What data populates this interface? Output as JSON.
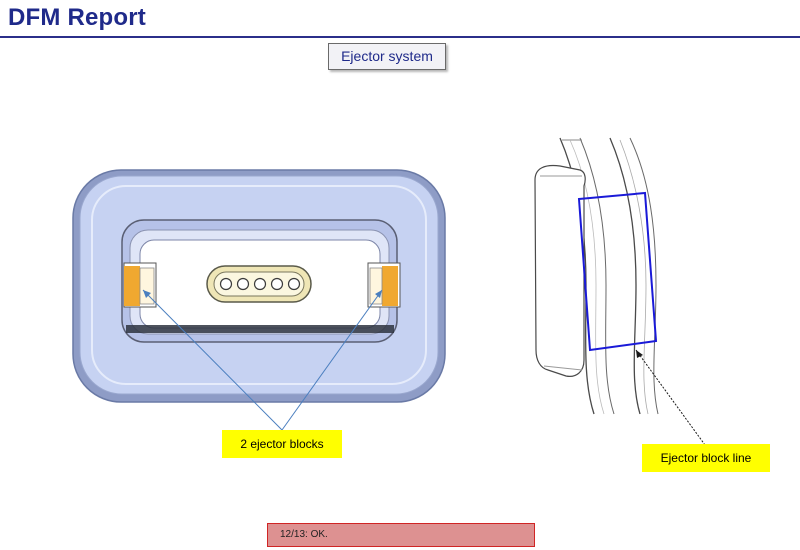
{
  "header": {
    "title": "DFM Report"
  },
  "section": {
    "label": "Ejector system"
  },
  "callouts": {
    "left": "2 ejector blocks",
    "right": "Ejector block line"
  },
  "status": {
    "text": "12/13: OK."
  },
  "colors": {
    "title": "#1f2a8a",
    "part_fill": "#c6d2f2",
    "ejector_block": "#f0a830",
    "ejector_line": "#1a1ad8",
    "callout_bg": "#ffff00",
    "status_bg": "#dd9191",
    "status_border": "#d02525"
  }
}
